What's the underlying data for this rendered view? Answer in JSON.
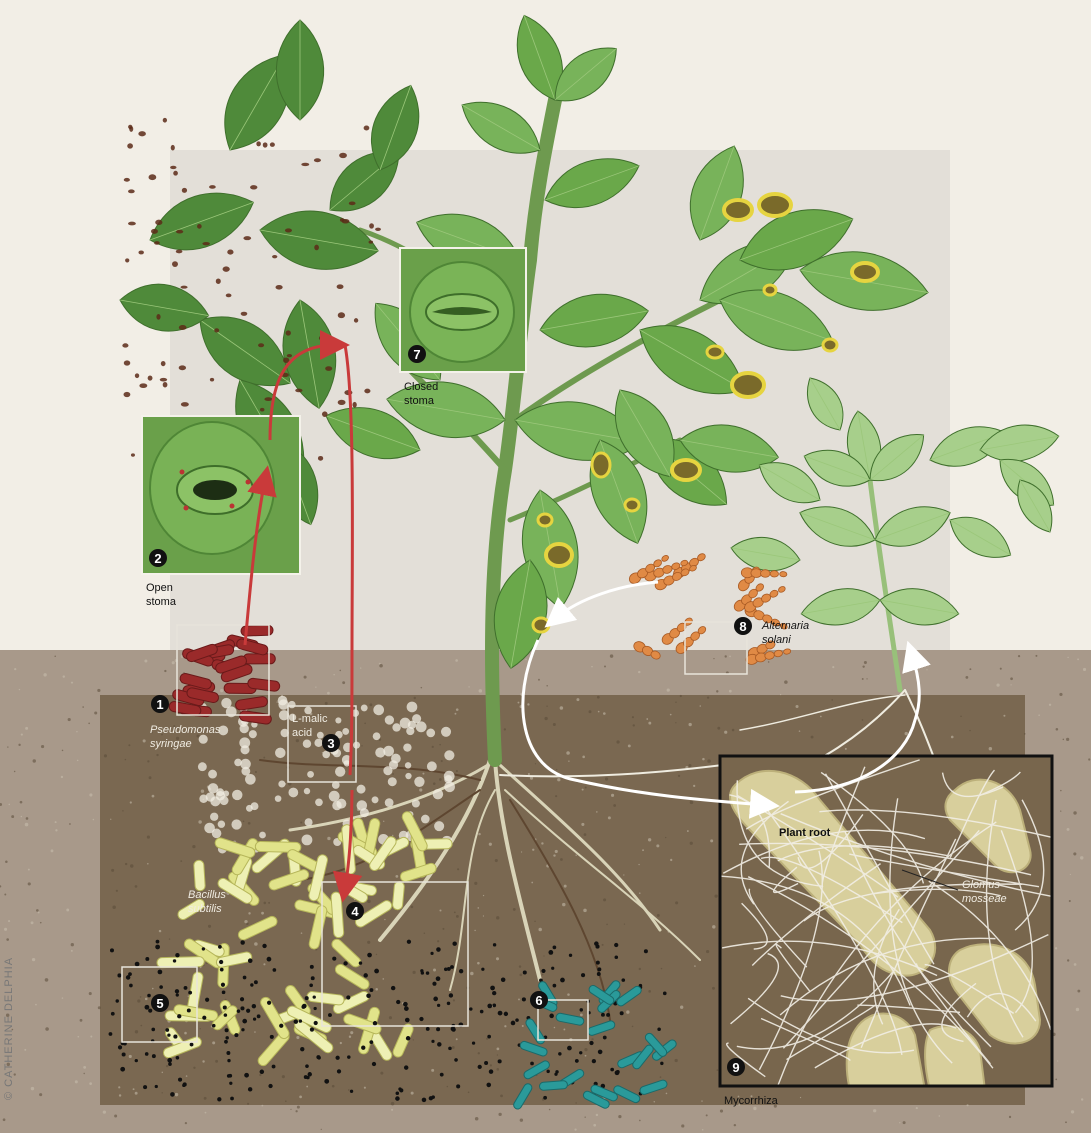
{
  "labels": {
    "open_stoma": [
      "Open",
      "stoma"
    ],
    "closed_stoma": [
      "Closed",
      "stoma"
    ],
    "pseudomonas": [
      "Pseudomonas",
      "syringae"
    ],
    "malic": [
      "L-malic",
      "acid"
    ],
    "bacillus": [
      "Bacillus",
      "subtilis"
    ],
    "alternaria": [
      "Alternaria",
      "solani"
    ],
    "plant_root": "Plant root",
    "glomus": [
      "Glomus",
      "mosseae"
    ],
    "mycorrhiza": "Mycorrhiza"
  },
  "markers": [
    "1",
    "2",
    "3",
    "4",
    "5",
    "6",
    "7",
    "8",
    "9"
  ],
  "credit": "© CATHERINE DELPHIA",
  "colors": {
    "background": "#f2eee6",
    "soil": "#8c7a62",
    "leaf": "#6ea84f",
    "leaf_dark": "#4d8a3a",
    "pseudomonas": "#9a2a2a",
    "bacillus": "#e1e38a",
    "alternaria": "#e08a45",
    "teal_bacteria": "#2a9a9a",
    "arrow_red": "#c93a3a",
    "arrow_white": "#ffffff"
  }
}
